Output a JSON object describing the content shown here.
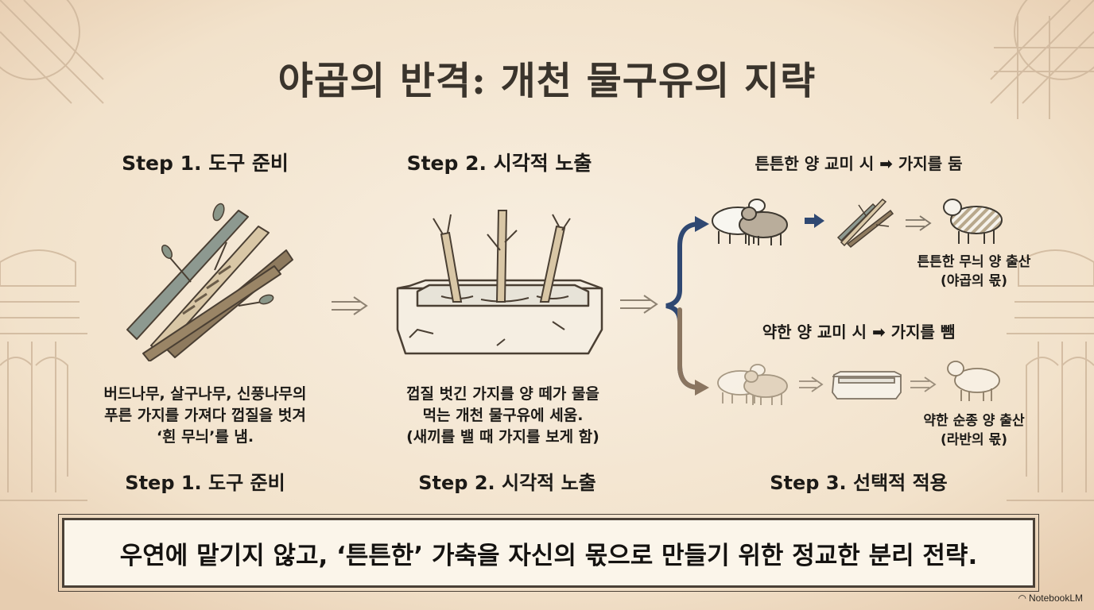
{
  "title": "야곱의 반격: 개천 물구유의 지략",
  "step1": {
    "header": "Step 1. 도구 준비",
    "desc_lines": [
      "버드나무, 살구나무, 신풍나무의",
      "푸른 가지를 가져다 껍질을 벗겨",
      "‘흰 무늬’를 냄."
    ],
    "footer": "Step 1. 도구 준비"
  },
  "step2": {
    "header": "Step 2. 시각적 노출",
    "desc_lines": [
      "껍질 벗긴 가지를 양 떼가 물을",
      "먹는 개천 물구유에 세움.",
      "(새끼를 밸 때 가지를 보게 함)"
    ],
    "footer": "Step 2. 시각적 노출"
  },
  "step3": {
    "strong_header": "튼튼한 양 교미 시 ➡ 가지를 둠",
    "strong_result_lines": [
      "튼튼한 무늬 양 출산",
      "(야곱의 몫)"
    ],
    "weak_header": "약한 양 교미 시 ➡ 가지를 뺌",
    "weak_result_lines": [
      "약한 순종 양 출산",
      "(라반의 몫)"
    ],
    "footer": "Step 3. 선택적 적용"
  },
  "conclusion": "우연에 맡기지 않고, ‘튼튼한’ 가축을 자신의 몫으로 만들기 위한 정교한 분리 전략.",
  "brand": "NotebookLM",
  "colors": {
    "background": "#f4e6d2",
    "ink": "#1c1a17",
    "navy_arrow": "#2f4872",
    "brown_arrow": "#8a7560",
    "wood": "#8e7a5e",
    "gray_wood": "#8d9990"
  }
}
